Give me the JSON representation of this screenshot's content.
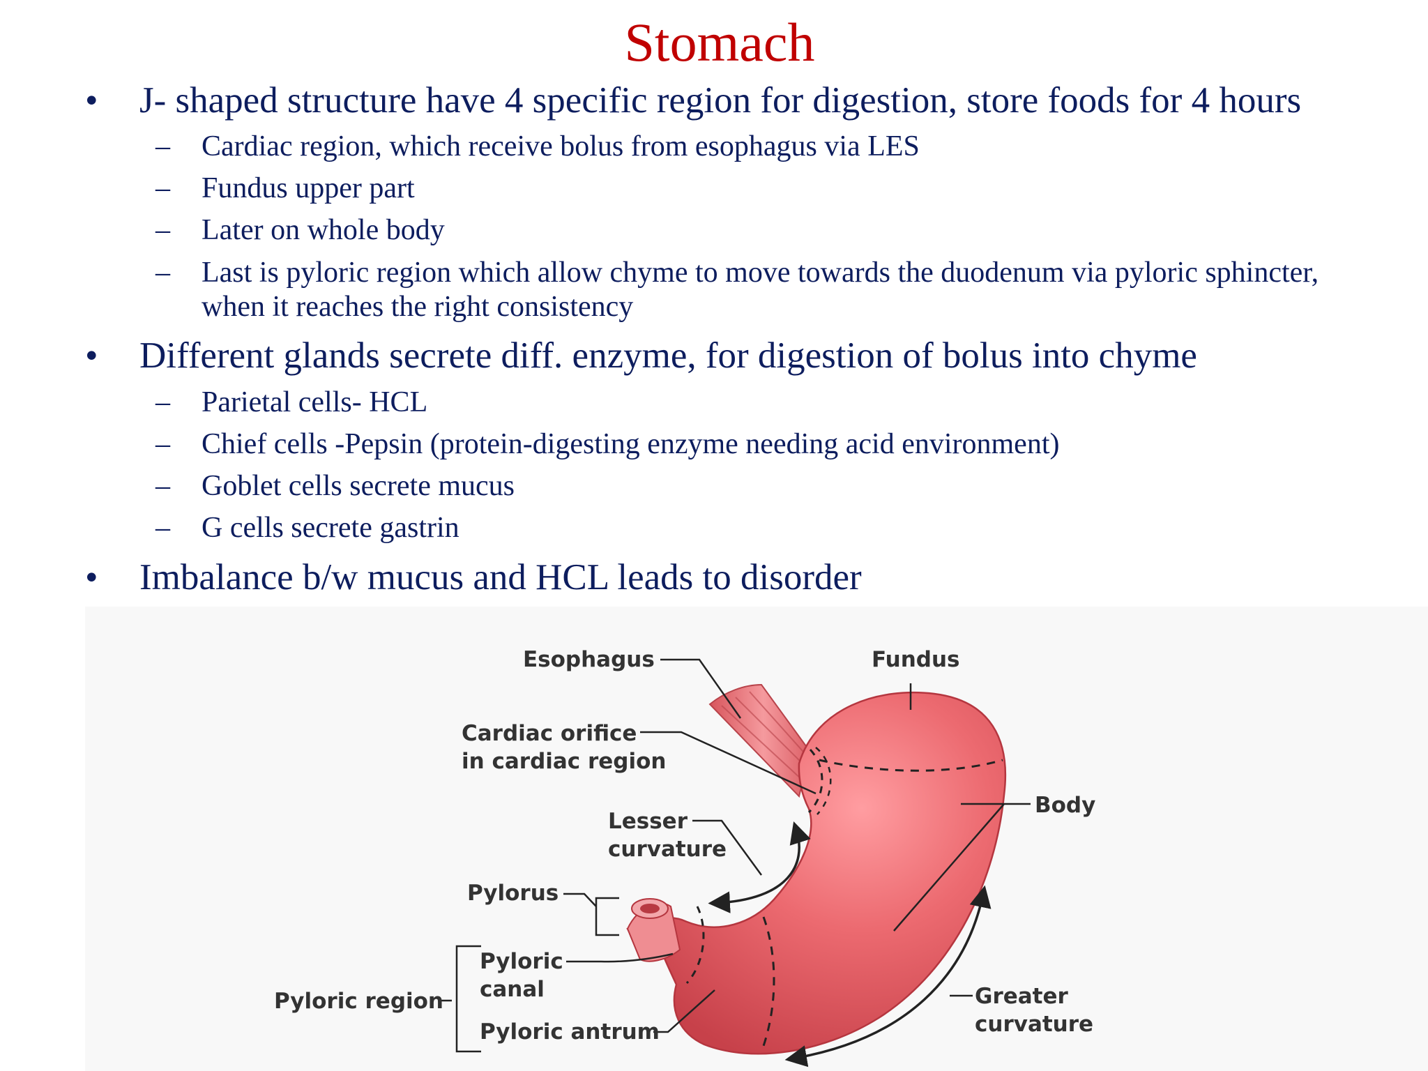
{
  "title": "Stomach",
  "bullets": [
    {
      "text": "J- shaped structure have 4 specific region  for digestion, store foods for 4 hours",
      "subs": [
        "Cardiac region, which receive bolus from  esophagus via LES",
        "Fundus  upper part",
        "Later on whole body",
        "Last is pyloric region which allow chyme to move towards the duodenum via pyloric sphincter,",
        "when it reaches the right consistency"
      ]
    },
    {
      "text": "Different  glands  secrete diff. enzyme, for digestion of  bolus into chyme",
      "subs": [
        "Parietal cells- HCL",
        "Chief cells -Pepsin (protein-digesting enzyme needing acid environment)",
        "Goblet cells secrete mucus",
        "G cells secrete gastrin"
      ]
    },
    {
      "text": "Imbalance b/w mucus and HCL leads to disorder",
      "subs": []
    }
  ],
  "bullet_symbol": "•",
  "dash_symbol": "–",
  "diagram": {
    "labels": {
      "esophagus": "Esophagus",
      "fundus": "Fundus",
      "cardiac_1": "Cardiac orifice",
      "cardiac_2": "in cardiac region",
      "body": "Body",
      "lesser_1": "Lesser",
      "lesser_2": "curvature",
      "pylorus": "Pylorus",
      "pyloric_canal_1": "Pyloric",
      "pyloric_canal_2": "canal",
      "pyloric_region": "Pyloric region",
      "pyloric_antrum": "Pyloric antrum",
      "greater_1": "Greater",
      "greater_2": "curvature"
    }
  },
  "colors": {
    "title": "#c00000",
    "text": "#0d1d5e",
    "stomach": "#e95c63"
  }
}
